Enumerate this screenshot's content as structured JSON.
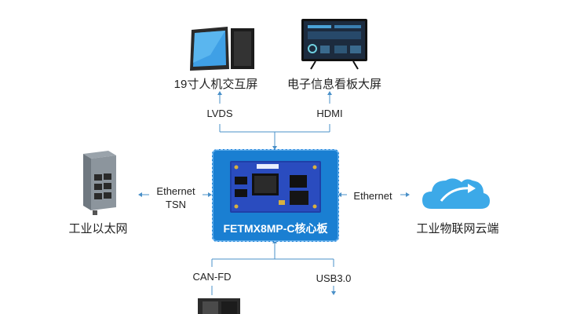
{
  "top_left": {
    "label": "19寸人机交互屏",
    "icon": "touch-panel-icon"
  },
  "top_right": {
    "label": "电子信息看板大屏",
    "icon": "signage-display-icon"
  },
  "left": {
    "label": "工业以太网",
    "icon": "ethernet-switch-icon"
  },
  "right": {
    "label": "工业物联网云端",
    "icon": "cloud-icon"
  },
  "core": {
    "title": "FETMX8MP-C核心板",
    "icon": "board-icon"
  },
  "links": {
    "lvds": "LVDS",
    "hdmi": "HDMI",
    "eth_left_1": "Ethernet",
    "eth_left_2": "TSN",
    "eth_right": "Ethernet",
    "canfd": "CAN-FD",
    "usb": "USB3.0"
  },
  "colors": {
    "accent": "#1a7fd2",
    "connector": "#4a90c8"
  }
}
